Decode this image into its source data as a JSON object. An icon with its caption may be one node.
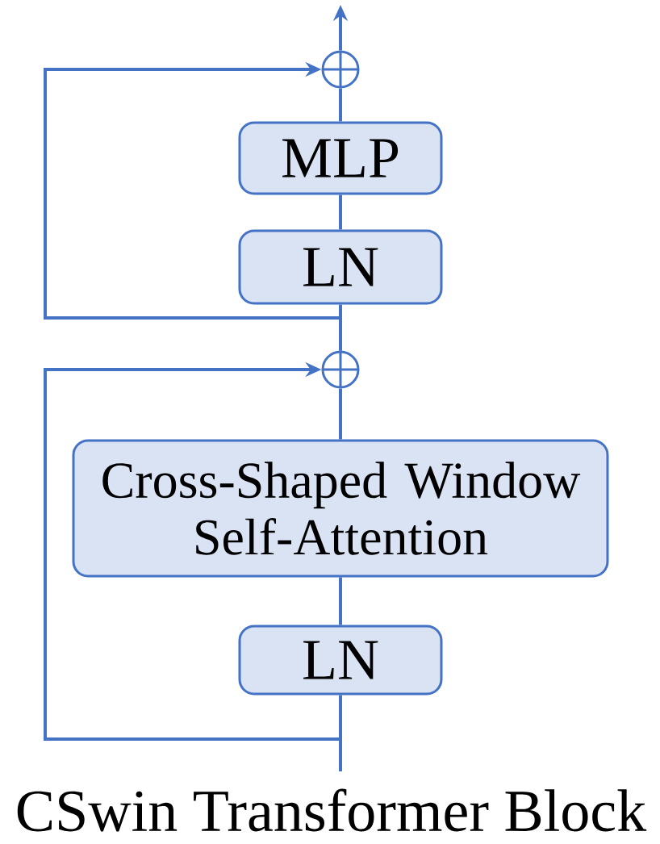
{
  "diagram": {
    "caption": "CSwin Transformer Block",
    "nodes": [
      {
        "text": [],
        "shape": "circle"
      },
      {
        "text": [
          "MLP"
        ]
      },
      {
        "text": [
          "LN"
        ]
      },
      {
        "text": [],
        "shape": "circle"
      },
      {
        "text": [
          "Cross-Shaped Window Self-Attention"
        ]
      },
      {
        "text": [
          "LN"
        ]
      }
    ],
    "edges": [
      {
        "from": null,
        "to": 5,
        "arrow": "none"
      },
      {
        "from": 5,
        "to": 4,
        "arrow": "none"
      },
      {
        "from": 4,
        "to": 3,
        "arrow": "none"
      },
      {
        "from": 3,
        "to": 2,
        "arrow": "none"
      },
      {
        "from": 2,
        "to": 1,
        "arrow": "none"
      },
      {
        "from": 1,
        "to": 0,
        "arrow": "none"
      },
      {
        "from": 0,
        "to": null,
        "arrow": "to"
      },
      {
        "from": null,
        "to": 3,
        "arrow": "to"
      },
      {
        "from": 3,
        "to": 0,
        "arrow": "to"
      }
    ]
  }
}
